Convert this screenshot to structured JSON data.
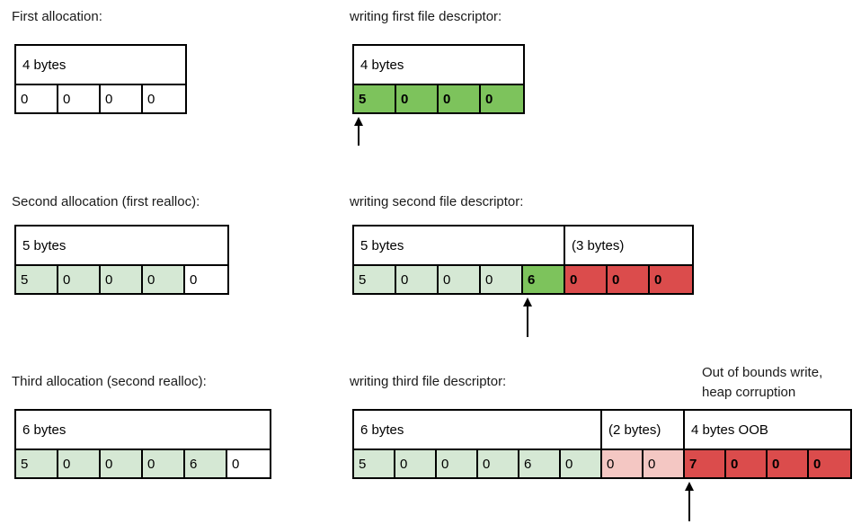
{
  "colors": {
    "white": "#FFFFFF",
    "green": "#7DC35C",
    "light_green": "#D5E8D4",
    "red": "#DB4C4C",
    "pink": "#F4C7C3",
    "border": "#000000",
    "text": "#000000"
  },
  "annotation": {
    "text": "Out of bounds write,\nheap corruption"
  },
  "sections": [
    {
      "name": "first-allocation",
      "row": 0,
      "col": "left",
      "label": "First allocation:",
      "headers": [
        {
          "label": "4 bytes",
          "span": 4
        }
      ],
      "cells": [
        {
          "value": "0",
          "fill": "white"
        },
        {
          "value": "0",
          "fill": "white"
        },
        {
          "value": "0",
          "fill": "white"
        },
        {
          "value": "0",
          "fill": "white"
        }
      ],
      "arrow_cell": null
    },
    {
      "name": "writing-first-file-descriptor",
      "row": 0,
      "col": "right",
      "label": "writing first file descriptor:",
      "headers": [
        {
          "label": "4 bytes",
          "span": 4
        }
      ],
      "cells": [
        {
          "value": "5",
          "fill": "green"
        },
        {
          "value": "0",
          "fill": "green"
        },
        {
          "value": "0",
          "fill": "green"
        },
        {
          "value": "0",
          "fill": "green"
        }
      ],
      "arrow_cell": 0
    },
    {
      "name": "second-allocation",
      "row": 1,
      "col": "left",
      "label": "Second allocation (first realloc):",
      "headers": [
        {
          "label": "5 bytes",
          "span": 5
        }
      ],
      "cells": [
        {
          "value": "5",
          "fill": "light_green"
        },
        {
          "value": "0",
          "fill": "light_green"
        },
        {
          "value": "0",
          "fill": "light_green"
        },
        {
          "value": "0",
          "fill": "light_green"
        },
        {
          "value": "0",
          "fill": "white"
        }
      ],
      "arrow_cell": null
    },
    {
      "name": "writing-second-file-descriptor",
      "row": 1,
      "col": "right",
      "label": "writing second file descriptor:",
      "headers": [
        {
          "label": "5 bytes",
          "span": 5
        },
        {
          "label": "(3 bytes)",
          "span": 3
        }
      ],
      "cells": [
        {
          "value": "5",
          "fill": "light_green"
        },
        {
          "value": "0",
          "fill": "light_green"
        },
        {
          "value": "0",
          "fill": "light_green"
        },
        {
          "value": "0",
          "fill": "light_green"
        },
        {
          "value": "6",
          "fill": "green"
        },
        {
          "value": "0",
          "fill": "red"
        },
        {
          "value": "0",
          "fill": "red"
        },
        {
          "value": "0",
          "fill": "red"
        }
      ],
      "arrow_cell": 4
    },
    {
      "name": "third-allocation",
      "row": 2,
      "col": "left",
      "label": "Third allocation (second realloc):",
      "headers": [
        {
          "label": "6 bytes",
          "span": 6
        }
      ],
      "cells": [
        {
          "value": "5",
          "fill": "light_green"
        },
        {
          "value": "0",
          "fill": "light_green"
        },
        {
          "value": "0",
          "fill": "light_green"
        },
        {
          "value": "0",
          "fill": "light_green"
        },
        {
          "value": "6",
          "fill": "light_green"
        },
        {
          "value": "0",
          "fill": "white"
        }
      ],
      "arrow_cell": null
    },
    {
      "name": "writing-third-file-descriptor",
      "row": 2,
      "col": "right",
      "label": "writing third file descriptor:",
      "headers": [
        {
          "label": "6 bytes",
          "span": 6
        },
        {
          "label": "(2 bytes)",
          "span": 2
        },
        {
          "label": "4 bytes OOB",
          "span": 4
        }
      ],
      "cells": [
        {
          "value": "5",
          "fill": "light_green"
        },
        {
          "value": "0",
          "fill": "light_green"
        },
        {
          "value": "0",
          "fill": "light_green"
        },
        {
          "value": "0",
          "fill": "light_green"
        },
        {
          "value": "6",
          "fill": "light_green"
        },
        {
          "value": "0",
          "fill": "light_green"
        },
        {
          "value": "0",
          "fill": "pink"
        },
        {
          "value": "0",
          "fill": "pink"
        },
        {
          "value": "7",
          "fill": "red"
        },
        {
          "value": "0",
          "fill": "red"
        },
        {
          "value": "0",
          "fill": "red"
        },
        {
          "value": "0",
          "fill": "red"
        }
      ],
      "arrow_cell": 8
    }
  ]
}
